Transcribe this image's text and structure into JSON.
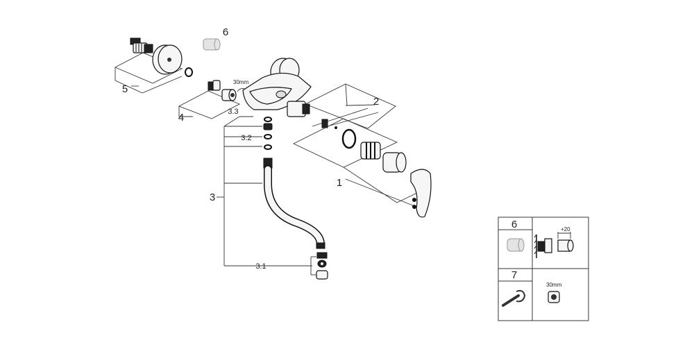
{
  "labels": {
    "part_1": "1",
    "part_2": "2",
    "part_3": "3",
    "part_3_1": "3.1",
    "part_3_2": "3.2",
    "part_3_3": "3.3",
    "part_4": "4",
    "part_5": "5",
    "part_6": "6",
    "wrench_size": "30mm"
  },
  "inset": {
    "row1_number": "6",
    "row2_number": "7",
    "extension": "+20",
    "wrench_size": "30mm"
  }
}
